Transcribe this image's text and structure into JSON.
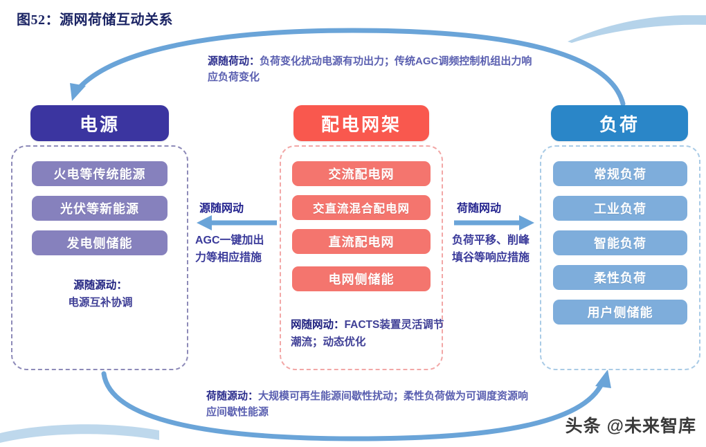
{
  "title": "图52：源网荷储互动关系",
  "colors": {
    "source_header": "#3b35a0",
    "source_pill": "#8681bd",
    "grid_header": "#f9584e",
    "grid_pill": "#f4756e",
    "load_header": "#2a86c8",
    "load_pill": "#7eaddb",
    "arrow": "#6aa4d8",
    "title_text": "#1b2464"
  },
  "columns": {
    "source": {
      "header": "电源",
      "items": [
        "火电等传统能源",
        "光伏等新能源",
        "发电侧储能"
      ],
      "note_lead": "源随源动：",
      "note_body": "电源互补协调"
    },
    "grid": {
      "header": "配电网架",
      "items": [
        "交流配电网",
        "交直流混合配电网",
        "直流配电网",
        "电网侧储能"
      ],
      "note_lead": "网随网动：",
      "note_body": "FACTS装置灵活调节潮流；动态优化"
    },
    "load": {
      "header": "负荷",
      "items": [
        "常规负荷",
        "工业负荷",
        "智能负荷",
        "柔性负荷",
        "用户侧储能"
      ]
    }
  },
  "flows": {
    "top": {
      "lead": "源随荷动：",
      "body": "负荷变化扰动电源有功出力；传统AGC调频控制机组出力响应负荷变化"
    },
    "bottom": {
      "lead": "荷随源动：",
      "body": "大规模可再生能源间歇性扰动；柔性负荷做为可调度资源响应间歇性能源"
    },
    "left_mid": {
      "label": "源随网动",
      "body": "AGC一键加出力等相应措施",
      "direction": "left"
    },
    "right_mid": {
      "label": "荷随网动",
      "body": "负荷平移、削峰填谷等响应措施",
      "direction": "right"
    }
  },
  "watermark": "头条 @未来智库"
}
